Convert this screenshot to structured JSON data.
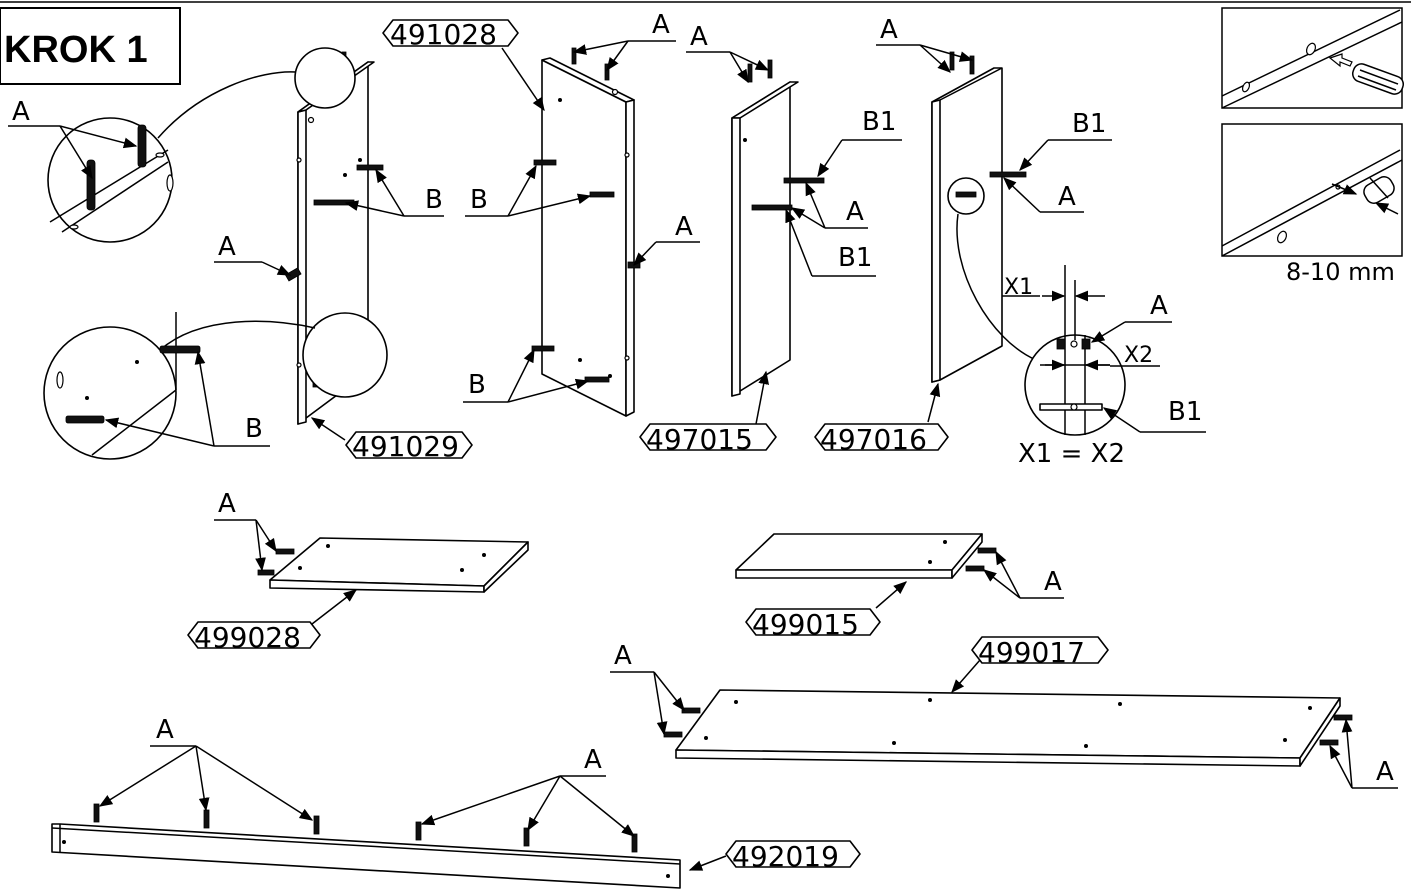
{
  "step_title": "KROK 1",
  "labels": {
    "dowel": "A",
    "cam_pin": "B",
    "cam_pin_short": "B1",
    "dim_x1": "X1",
    "dim_x2": "X2",
    "equality": "X1 = X2",
    "depth": "8-10 mm"
  },
  "parts": {
    "p491028": "491028",
    "p491029": "491029",
    "p497015": "497015",
    "p497016": "497016",
    "p499028": "499028",
    "p499015": "499015",
    "p499017": "499017",
    "p492019": "492019"
  }
}
